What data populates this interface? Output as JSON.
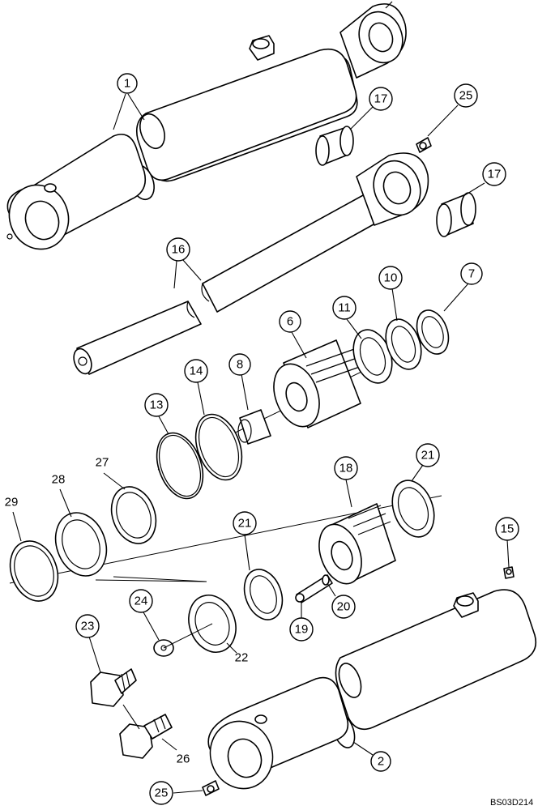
{
  "callouts": [
    {
      "id": "c1",
      "label": "1"
    },
    {
      "id": "c2",
      "label": "2"
    },
    {
      "id": "c6",
      "label": "6"
    },
    {
      "id": "c7",
      "label": "7"
    },
    {
      "id": "c8",
      "label": "8"
    },
    {
      "id": "c10",
      "label": "10"
    },
    {
      "id": "c11",
      "label": "11"
    },
    {
      "id": "c13",
      "label": "13"
    },
    {
      "id": "c14",
      "label": "14"
    },
    {
      "id": "c15",
      "label": "15"
    },
    {
      "id": "c16",
      "label": "16"
    },
    {
      "id": "c17a",
      "label": "17"
    },
    {
      "id": "c17b",
      "label": "17"
    },
    {
      "id": "c18",
      "label": "18"
    },
    {
      "id": "c19",
      "label": "19"
    },
    {
      "id": "c20",
      "label": "20"
    },
    {
      "id": "c21a",
      "label": "21"
    },
    {
      "id": "c21b",
      "label": "21"
    },
    {
      "id": "c22",
      "label": "22"
    },
    {
      "id": "c23",
      "label": "23"
    },
    {
      "id": "c24",
      "label": "24"
    },
    {
      "id": "c25a",
      "label": "25"
    },
    {
      "id": "c25b",
      "label": "25"
    },
    {
      "id": "c26",
      "label": "26"
    },
    {
      "id": "c27",
      "label": "27"
    },
    {
      "id": "c28",
      "label": "28"
    },
    {
      "id": "c29",
      "label": "29"
    }
  ],
  "reference_code": "BS03D214"
}
